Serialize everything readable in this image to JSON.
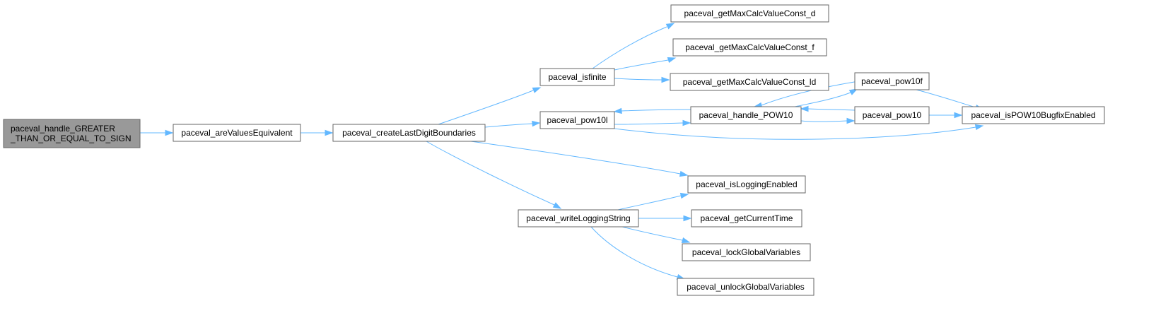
{
  "graph": {
    "nodes": [
      {
        "id": "root",
        "lines": [
          "paceval_handle_GREATER",
          "_THAN_OR_EQUAL_TO_SIGN"
        ],
        "highlight": true
      },
      {
        "id": "areValuesEquivalent",
        "lines": [
          "paceval_areValuesEquivalent"
        ]
      },
      {
        "id": "createLastDigitBoundaries",
        "lines": [
          "paceval_createLastDigitBoundaries"
        ]
      },
      {
        "id": "isfinite",
        "lines": [
          "paceval_isfinite"
        ]
      },
      {
        "id": "pow10l",
        "lines": [
          "paceval_pow10l"
        ]
      },
      {
        "id": "writeLoggingString",
        "lines": [
          "paceval_writeLoggingString"
        ]
      },
      {
        "id": "getMaxCalcValueConst_d",
        "lines": [
          "paceval_getMaxCalcValueConst_d"
        ]
      },
      {
        "id": "getMaxCalcValueConst_f",
        "lines": [
          "paceval_getMaxCalcValueConst_f"
        ]
      },
      {
        "id": "getMaxCalcValueConst_ld",
        "lines": [
          "paceval_getMaxCalcValueConst_ld"
        ]
      },
      {
        "id": "handle_POW10",
        "lines": [
          "paceval_handle_POW10"
        ]
      },
      {
        "id": "isLoggingEnabled",
        "lines": [
          "paceval_isLoggingEnabled"
        ]
      },
      {
        "id": "getCurrentTime",
        "lines": [
          "paceval_getCurrentTime"
        ]
      },
      {
        "id": "lockGlobalVariables",
        "lines": [
          "paceval_lockGlobalVariables"
        ]
      },
      {
        "id": "unlockGlobalVariables",
        "lines": [
          "paceval_unlockGlobalVariables"
        ]
      },
      {
        "id": "pow10f",
        "lines": [
          "paceval_pow10f"
        ]
      },
      {
        "id": "pow10",
        "lines": [
          "paceval_pow10"
        ]
      },
      {
        "id": "isPOW10BugfixEnabled",
        "lines": [
          "paceval_isPOW10BugfixEnabled"
        ]
      }
    ],
    "edges": [
      {
        "from": "root",
        "to": "areValuesEquivalent"
      },
      {
        "from": "areValuesEquivalent",
        "to": "createLastDigitBoundaries"
      },
      {
        "from": "createLastDigitBoundaries",
        "to": "isfinite"
      },
      {
        "from": "createLastDigitBoundaries",
        "to": "pow10l"
      },
      {
        "from": "createLastDigitBoundaries",
        "to": "isLoggingEnabled"
      },
      {
        "from": "createLastDigitBoundaries",
        "to": "writeLoggingString"
      },
      {
        "from": "isfinite",
        "to": "getMaxCalcValueConst_d"
      },
      {
        "from": "isfinite",
        "to": "getMaxCalcValueConst_f"
      },
      {
        "from": "isfinite",
        "to": "getMaxCalcValueConst_ld"
      },
      {
        "from": "pow10l",
        "to": "handle_POW10"
      },
      {
        "from": "pow10l",
        "to": "isPOW10BugfixEnabled"
      },
      {
        "from": "handle_POW10",
        "to": "pow10l"
      },
      {
        "from": "handle_POW10",
        "to": "pow10f"
      },
      {
        "from": "handle_POW10",
        "to": "pow10"
      },
      {
        "from": "pow10f",
        "to": "handle_POW10"
      },
      {
        "from": "pow10f",
        "to": "isPOW10BugfixEnabled"
      },
      {
        "from": "pow10",
        "to": "handle_POW10"
      },
      {
        "from": "pow10",
        "to": "isPOW10BugfixEnabled"
      },
      {
        "from": "writeLoggingString",
        "to": "isLoggingEnabled"
      },
      {
        "from": "writeLoggingString",
        "to": "getCurrentTime"
      },
      {
        "from": "writeLoggingString",
        "to": "lockGlobalVariables"
      },
      {
        "from": "writeLoggingString",
        "to": "unlockGlobalVariables"
      }
    ]
  },
  "colors": {
    "edge": "#63b8ff",
    "node_border": "#666666",
    "node_fill": "#ffffff",
    "root_fill": "#999999"
  }
}
